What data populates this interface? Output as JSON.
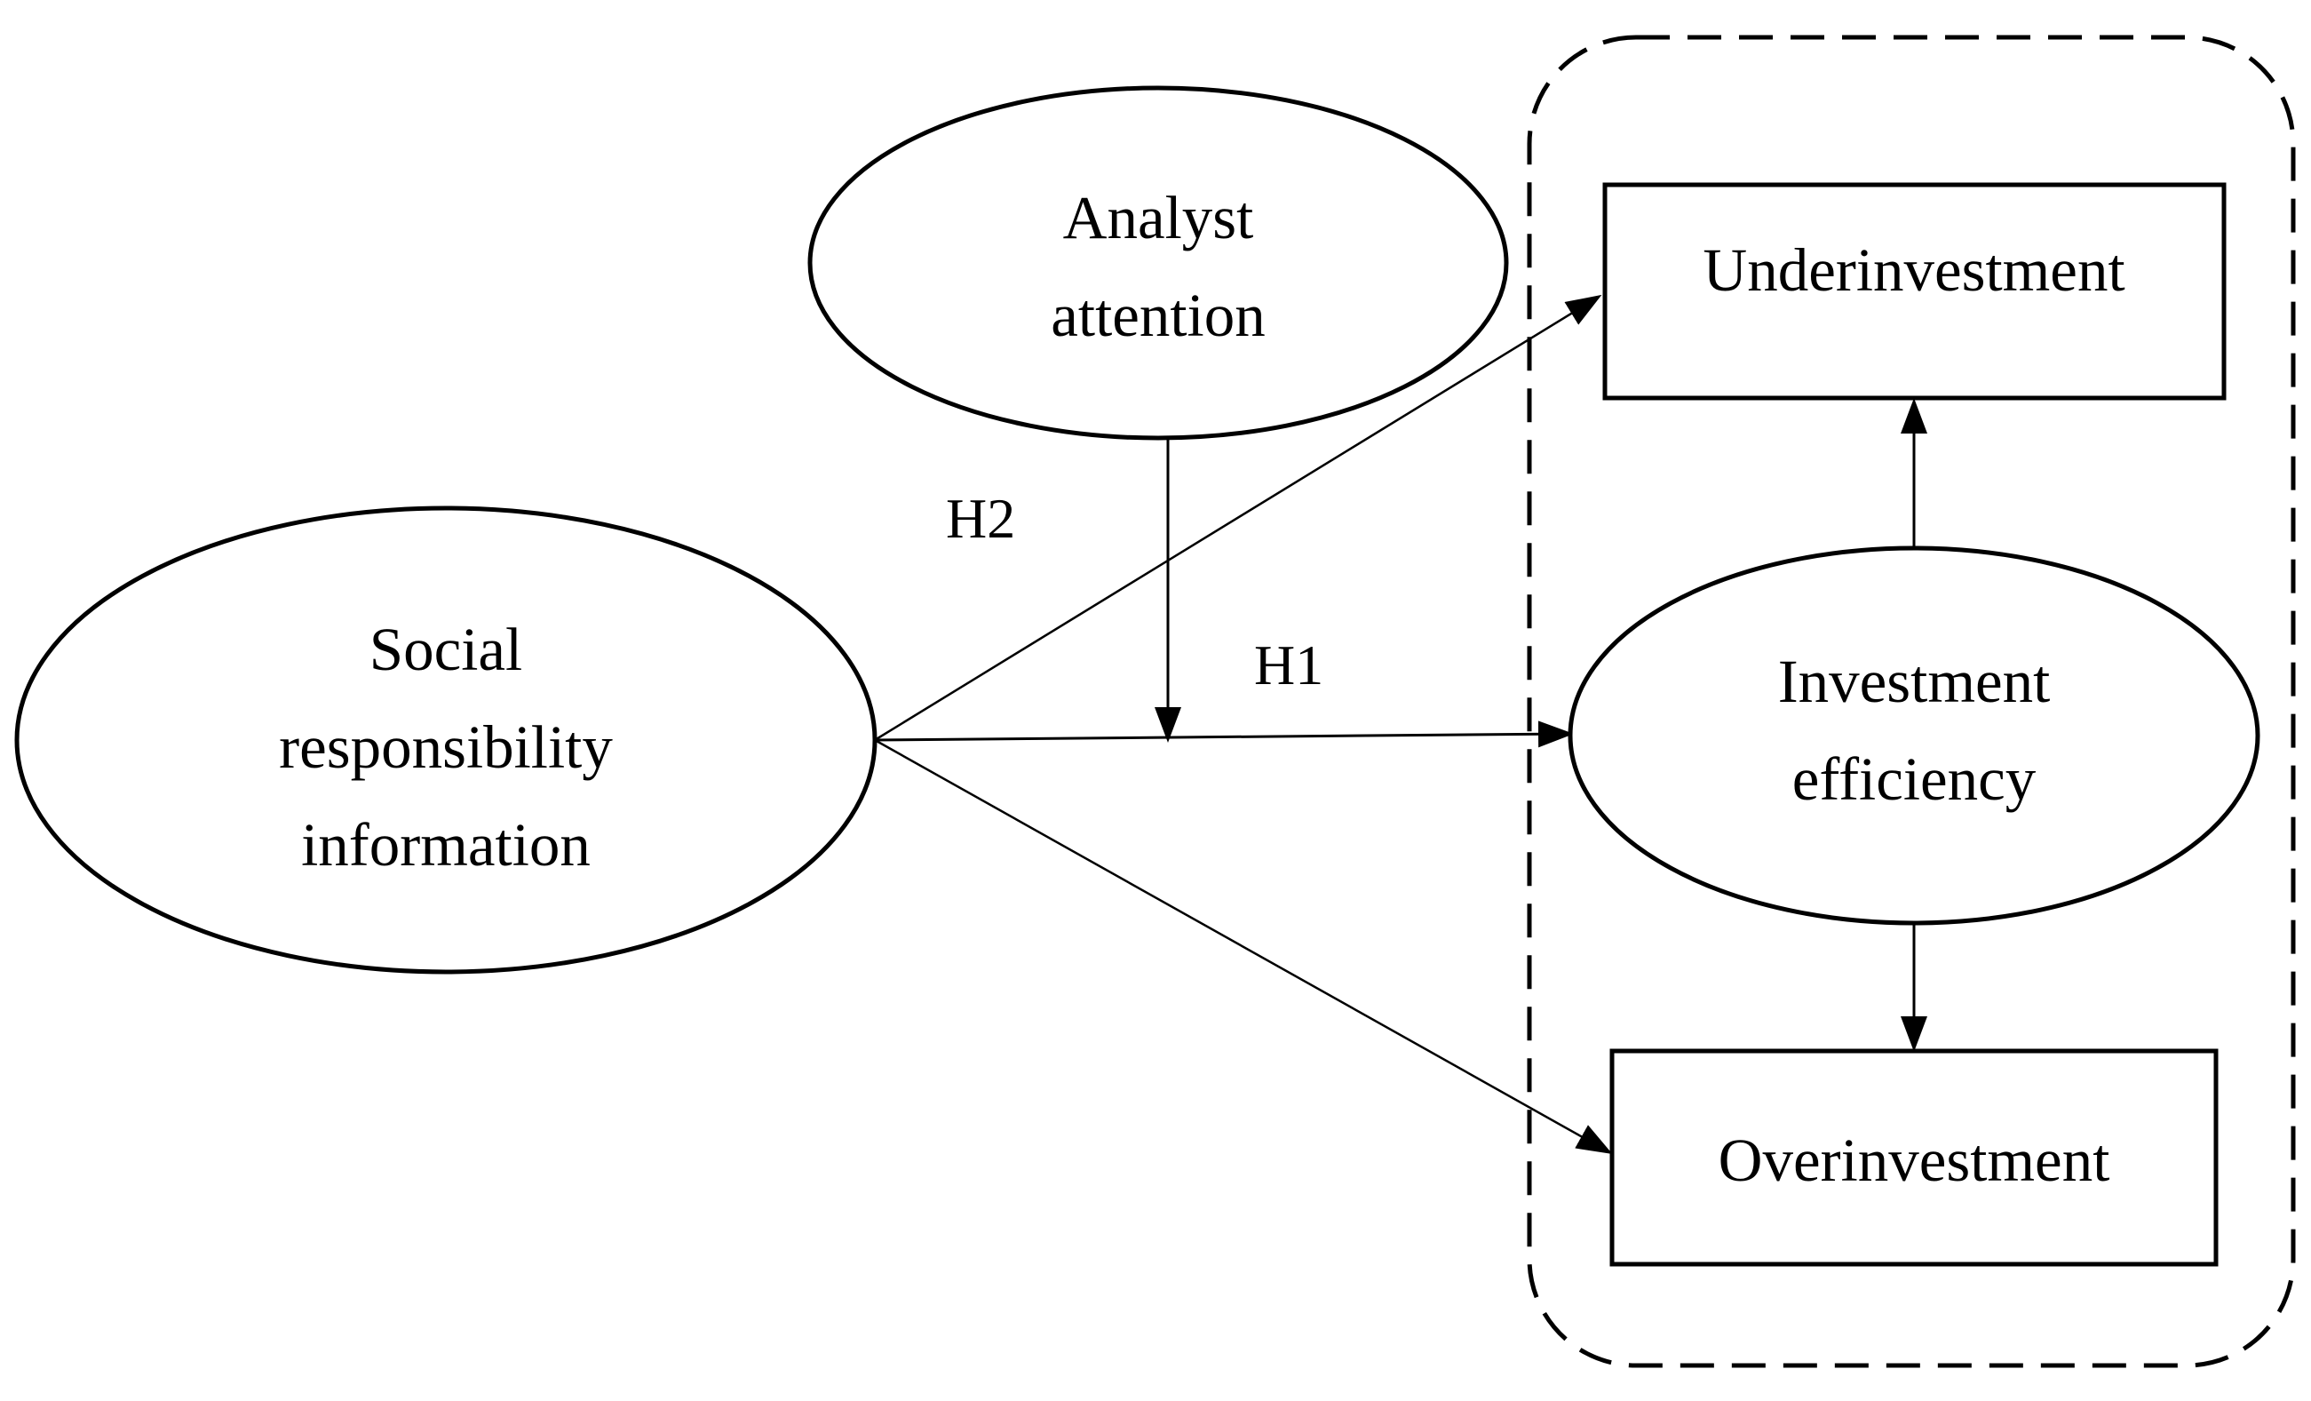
{
  "diagram": {
    "nodes": {
      "social": {
        "lines": [
          "Social",
          "responsibility",
          "information"
        ]
      },
      "analyst": {
        "lines": [
          "Analyst",
          "attention"
        ]
      },
      "underinvestment": {
        "label": "Underinvestment"
      },
      "investment_efficiency": {
        "lines": [
          "Investment",
          "efficiency"
        ]
      },
      "overinvestment": {
        "label": "Overinvestment"
      }
    },
    "edge_labels": {
      "h1": "H1",
      "h2": "H2"
    }
  }
}
